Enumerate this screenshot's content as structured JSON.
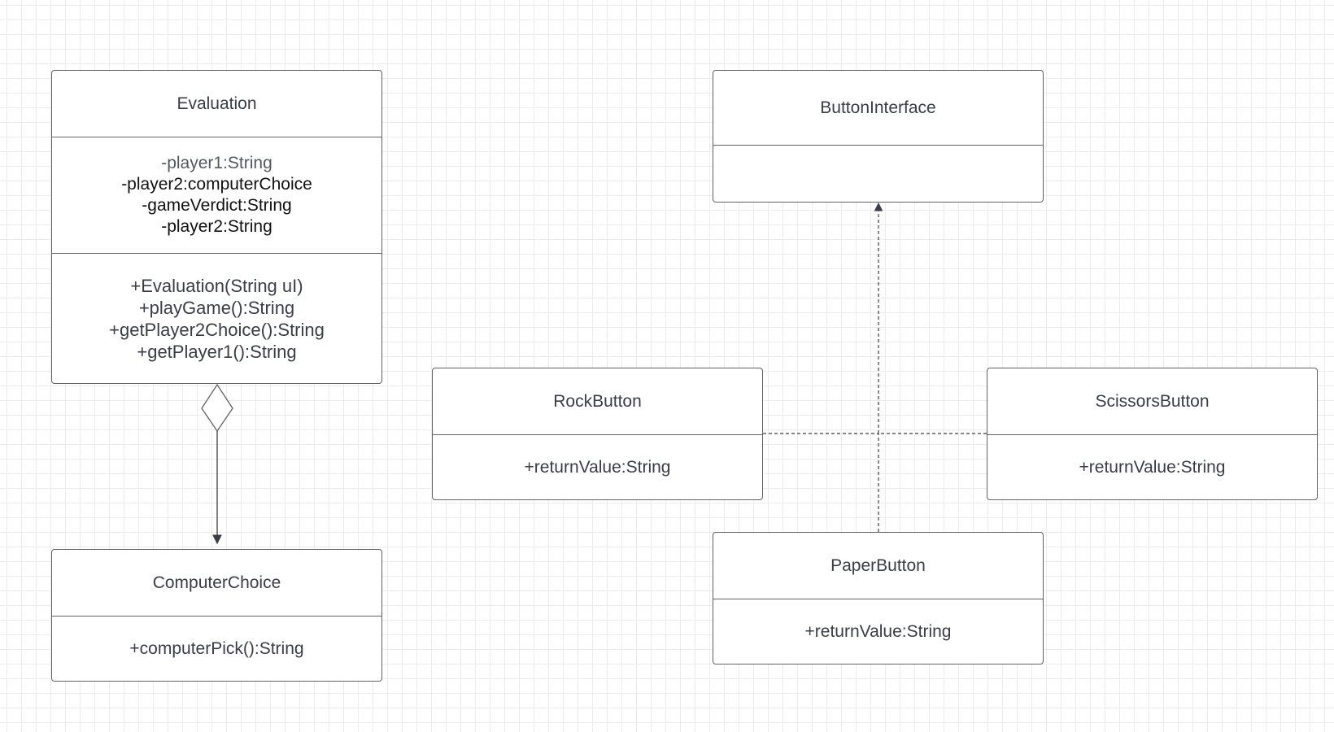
{
  "diagram": {
    "classes": {
      "evaluation": {
        "name": "Evaluation",
        "attributes": [
          "-player1:String",
          "-player2:computerChoice",
          "-gameVerdict:String",
          "-player2:String"
        ],
        "methods": [
          "+Evaluation(String uI)",
          "+playGame():String",
          "+getPlayer2Choice():String",
          "+getPlayer1():String"
        ]
      },
      "computer_choice": {
        "name": "ComputerChoice",
        "methods": [
          "+computerPick():String"
        ]
      },
      "button_interface": {
        "name": "ButtonInterface"
      },
      "rock_button": {
        "name": "RockButton",
        "members": [
          "+returnValue:String"
        ]
      },
      "scissors_button": {
        "name": "ScissorsButton",
        "members": [
          "+returnValue:String"
        ]
      },
      "paper_button": {
        "name": "PaperButton",
        "members": [
          "+returnValue:String"
        ]
      }
    },
    "relationships": [
      {
        "type": "aggregation",
        "from": "Evaluation",
        "to": "ComputerChoice"
      },
      {
        "type": "realization",
        "from": "RockButton",
        "to": "ButtonInterface"
      },
      {
        "type": "realization",
        "from": "ScissorsButton",
        "to": "ButtonInterface"
      },
      {
        "type": "realization",
        "from": "PaperButton",
        "to": "ButtonInterface"
      }
    ],
    "colors": {
      "background": "#ffffff",
      "grid": "#ececec",
      "border": "#5f6168",
      "text": "#3a3d45",
      "connector": "#3a3d45"
    }
  }
}
